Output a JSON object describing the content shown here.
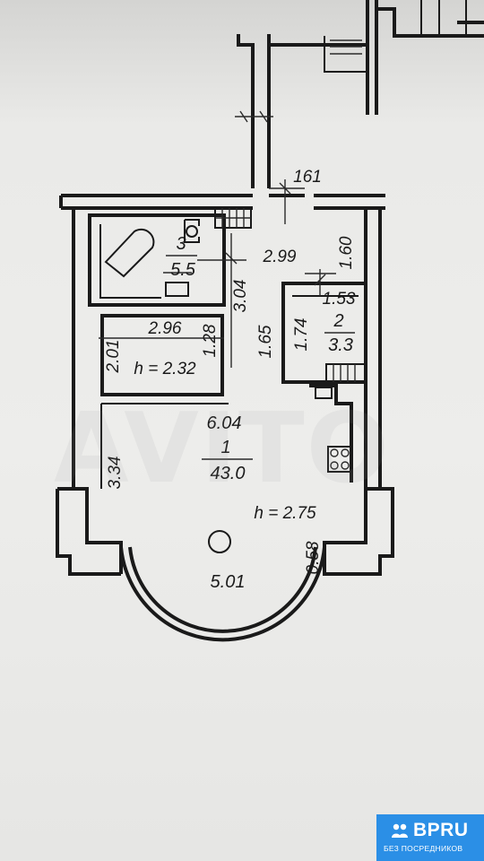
{
  "floorplan": {
    "corridor_width": "161",
    "rooms": [
      {
        "id": "bath",
        "number": "3",
        "area": "5.5"
      },
      {
        "id": "closet",
        "number": "2",
        "area": "3.3"
      },
      {
        "id": "main",
        "number": "1",
        "area": "43.0"
      }
    ],
    "dimensions": {
      "bath_width": "2.99",
      "closet_height_right": "1.60",
      "closet_width": "1.53",
      "hall_length": "3.04",
      "closet_side": "1.74",
      "passage": "1.65",
      "storage_width": "2.96",
      "storage_depth": "2.01",
      "storage_side": "1.28",
      "main_width": "6.04",
      "main_left": "3.34",
      "main_arc": "5.01",
      "main_right": "0.58"
    },
    "heights": {
      "storage": "h = 2.32",
      "main": "h = 2.75"
    }
  },
  "watermark": "AVITO",
  "badge": {
    "brand": "BPRU",
    "tagline": "БЕЗ ПОСРЕДНИКОВ",
    "color": "#2b8fe6"
  }
}
